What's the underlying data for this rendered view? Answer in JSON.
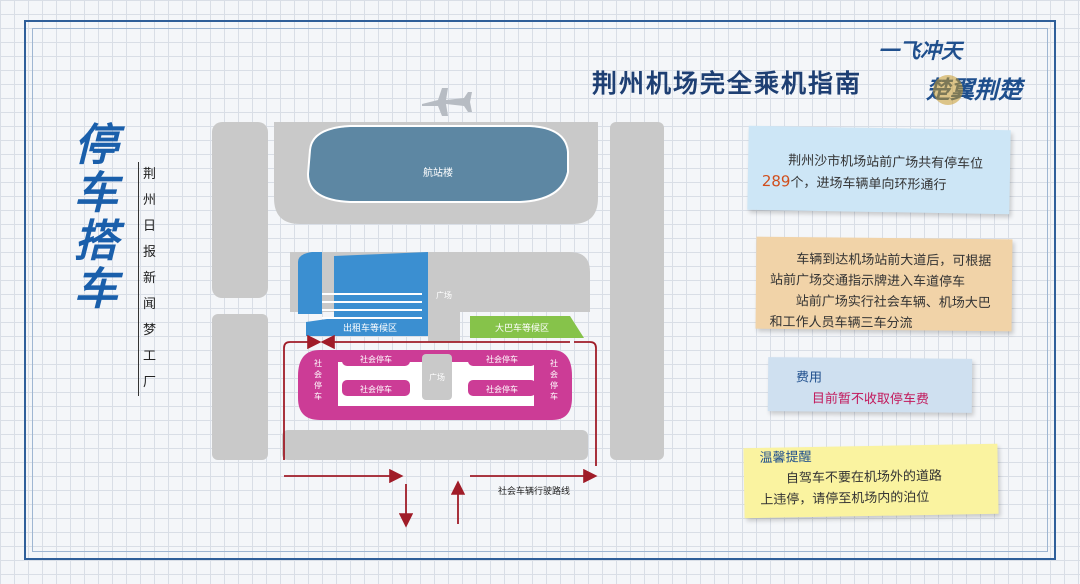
{
  "header": {
    "title": "荆州机场完全乘机指南"
  },
  "brand": {
    "line1": "一飞冲天",
    "line2": "楚翼荆楚"
  },
  "side": {
    "title": [
      "停",
      "车",
      "搭",
      "车"
    ],
    "subtitle": [
      "荆",
      "州",
      "日",
      "报",
      "新",
      "闻",
      "梦",
      "工",
      "厂"
    ]
  },
  "map": {
    "terminal": "航站楼",
    "plaza": "广场",
    "taxi_zone": "出租车等候区",
    "bus_zone": "大巴车等候区",
    "parking": "社会停车",
    "route_label": "社会车辆行驶路线"
  },
  "notes": {
    "parking_count": {
      "pre": "荆州沙市机场站前广场共有停车位",
      "number": "289",
      "post": "个，进场车辆单向环形通行"
    },
    "traffic": {
      "line1": "车辆到达机场站前大道后，可根据站前广场交通指示牌进入车道停车",
      "line2": "站前广场实行社会车辆、机场大巴和工作人员车辆三车分流"
    },
    "fee": {
      "heading": "费用",
      "text": "目前暂不收取停车费"
    },
    "tip": {
      "heading": "温馨提醒",
      "text1": "自驾车不要在机场外的道路",
      "text2": "上违停，请停至机场内的泊位"
    }
  },
  "colors": {
    "gray": "#c9c9c9",
    "terminal": "#5d87a3",
    "taxi": "#3b8fd1",
    "bus": "#86c34a",
    "parking": "#cc3c96",
    "route": "#a01c28",
    "title": "#1e3f73"
  },
  "icons": {
    "airplane": "airplane-icon"
  }
}
